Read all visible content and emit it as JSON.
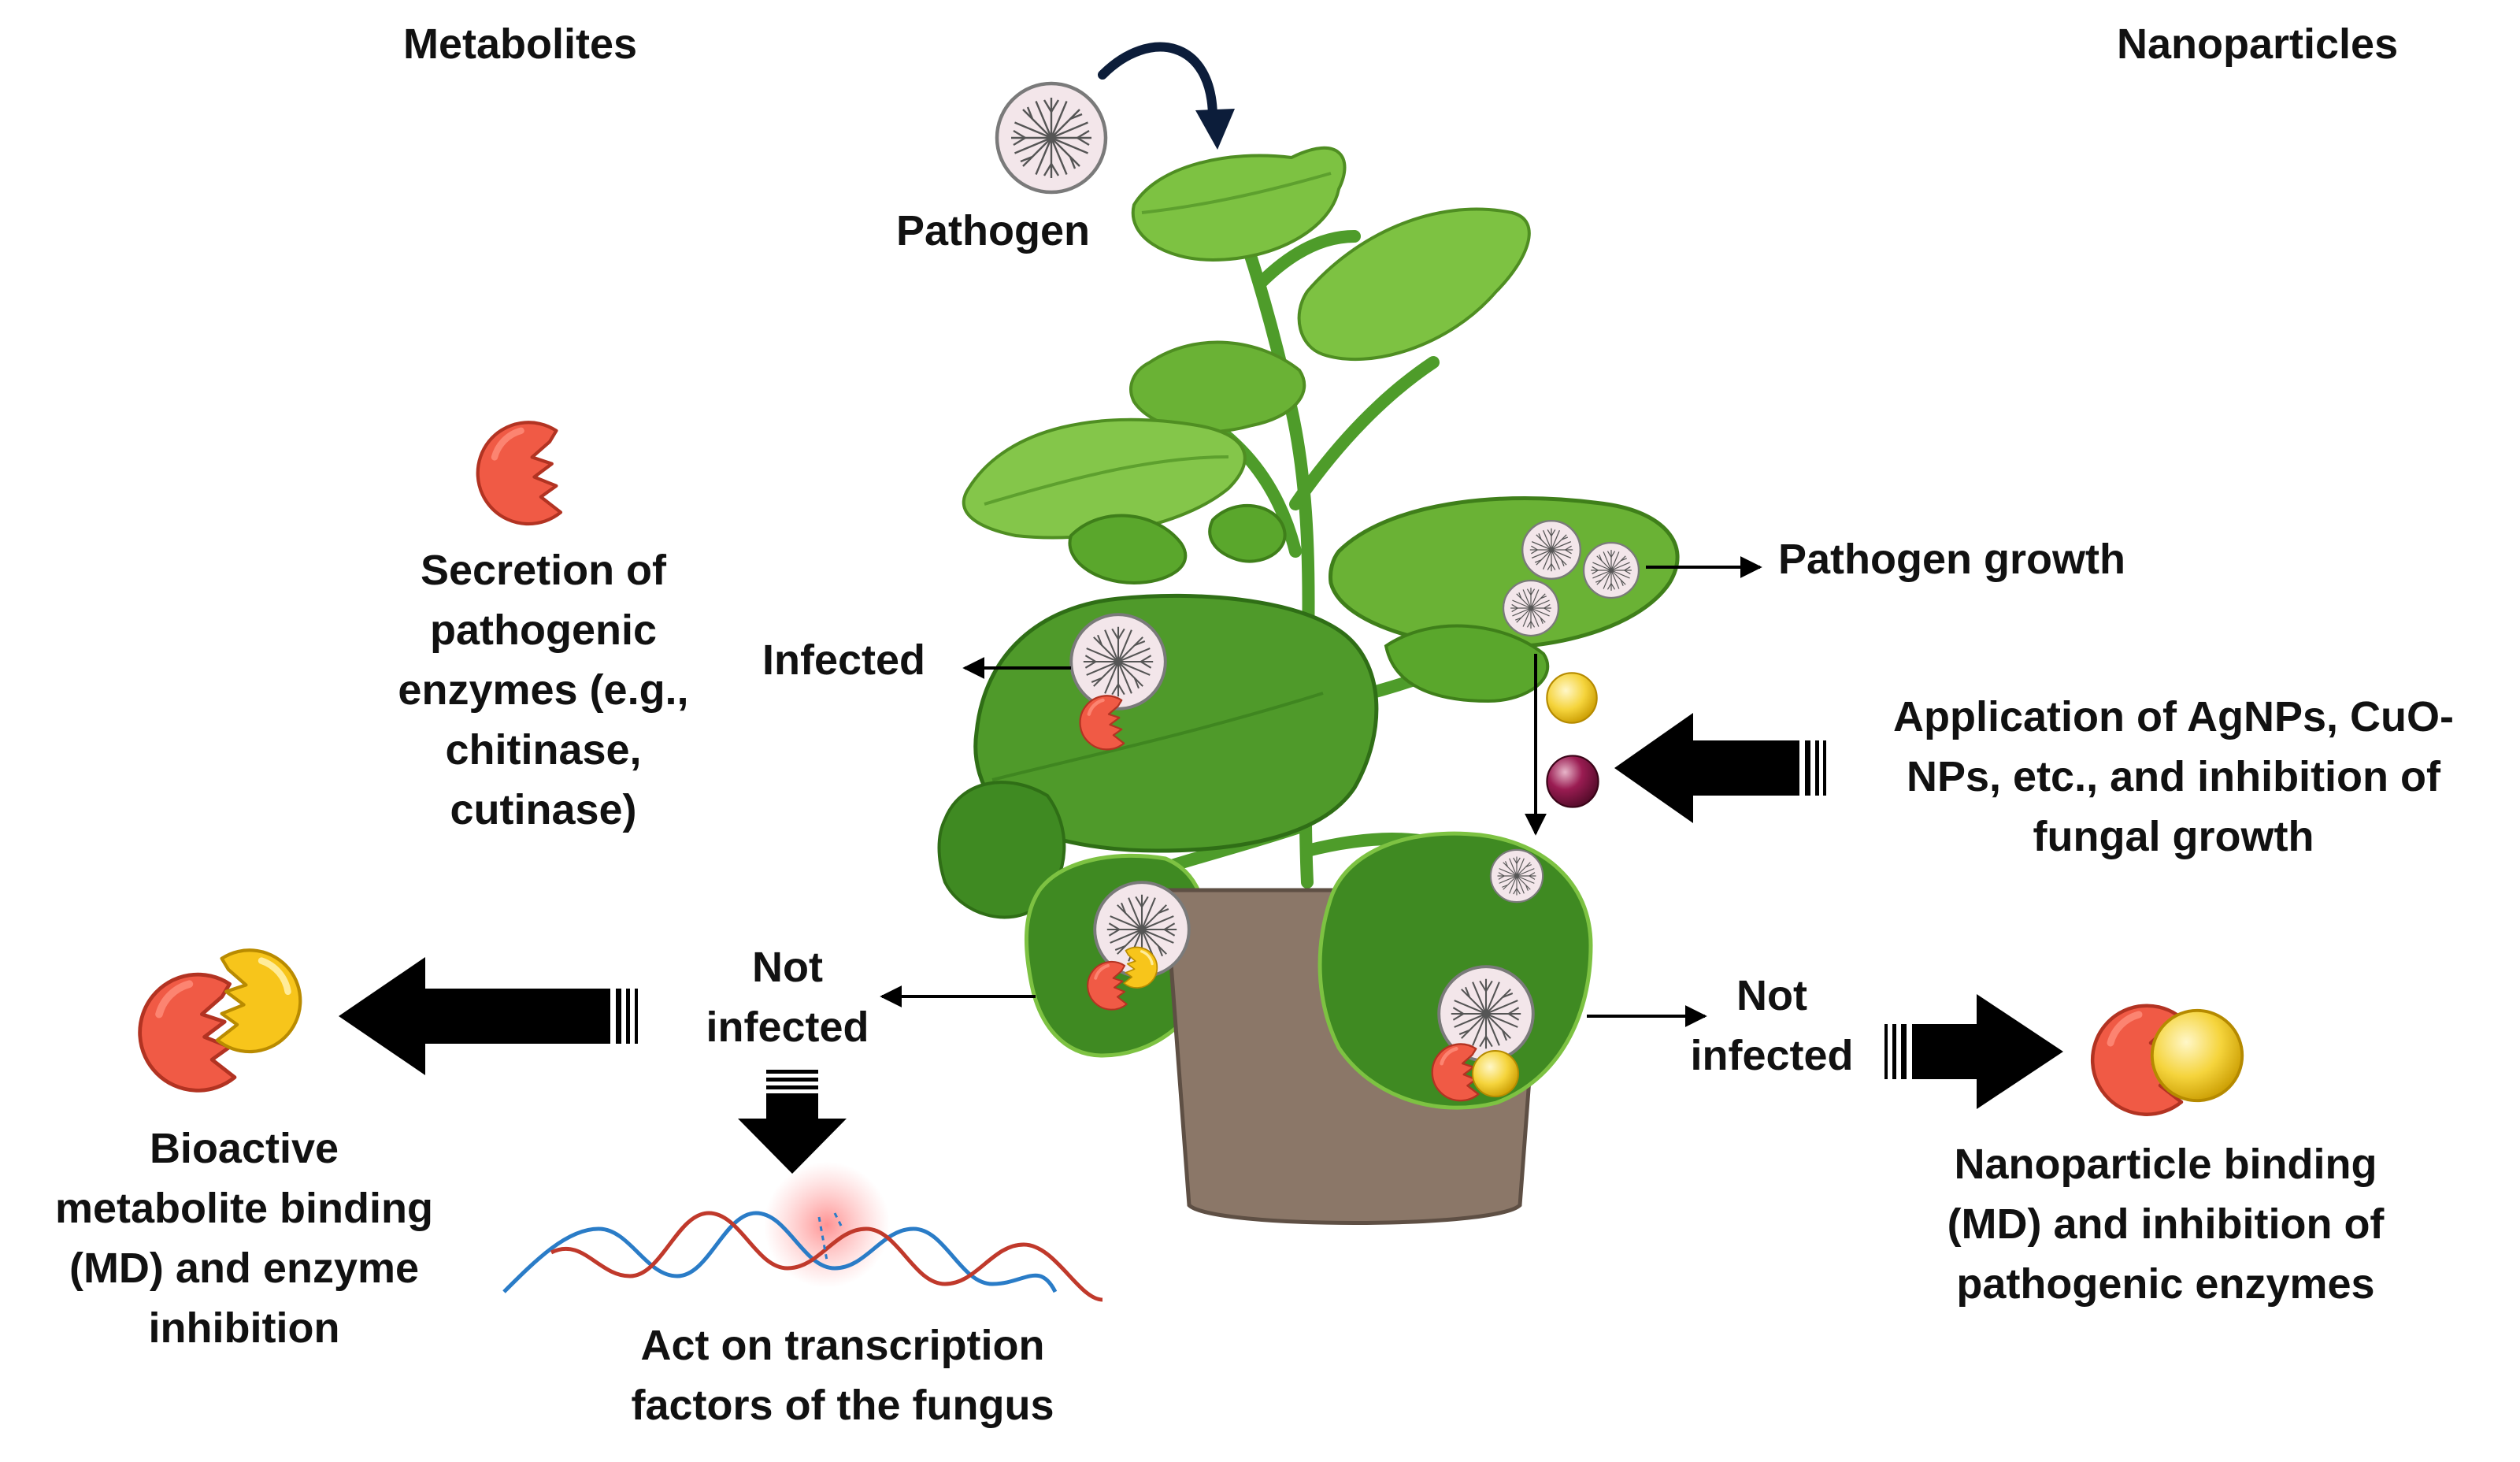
{
  "headings": {
    "left": "Metabolites",
    "right": "Nanoparticles"
  },
  "labels": {
    "pathogen": "Pathogen",
    "pathogen_growth": "Pathogen growth",
    "infected": "Infected",
    "secretion": [
      "Secretion of",
      "pathogenic",
      "enzymes (e.g.,",
      "chitinase,",
      "cutinase)"
    ],
    "application": [
      "Application of AgNPs, CuO-",
      "NPs, etc., and inhibition of",
      "fungal growth"
    ],
    "not_infected_left": [
      "Not",
      "infected"
    ],
    "not_infected_right": [
      "Not",
      "infected"
    ],
    "bioactive": [
      "Bioactive",
      "metabolite binding",
      "(MD) and enzyme",
      "inhibition"
    ],
    "transcription": [
      "Act on transcription",
      "factors of the fungus"
    ],
    "nanoparticle_binding": [
      "Nanoparticle binding",
      "(MD) and inhibition of",
      "pathogenic enzymes"
    ]
  },
  "colors": {
    "leaf_light": "#7dc242",
    "leaf_dark": "#3f8a22",
    "leaf_outline": "#2f6e16",
    "pot": "#8b7768",
    "enzyme": "#f05a45",
    "metabolite": "#f7c51b",
    "nanoparticle_gold": "#f3d33a",
    "nanoparticle_purple": "#8a1748",
    "pathogen_fill": "#f3e6ea",
    "dna_blue": "#2a7cc7",
    "dna_red": "#c0392b",
    "arrow": "#000000"
  }
}
